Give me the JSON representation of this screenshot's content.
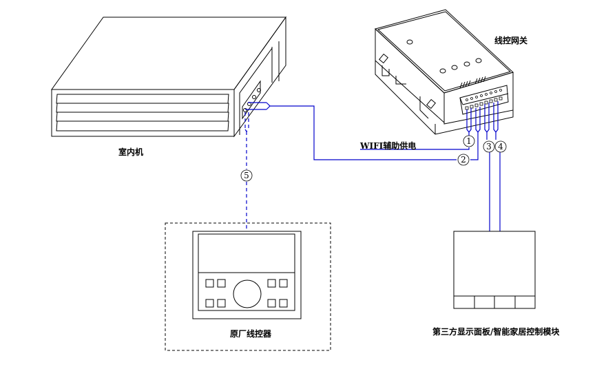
{
  "labels": {
    "indoor_unit": "室内机",
    "gateway": "线控网关",
    "wifi_power": "WIFI辅助供电",
    "original_controller": "原厂线控器",
    "third_party": "第三方显示面板/智能家居控制模块"
  },
  "markers": [
    "1",
    "2",
    "3",
    "4",
    "5"
  ],
  "colors": {
    "wire": "#0000cc",
    "line": "#000000",
    "background": "#ffffff"
  }
}
